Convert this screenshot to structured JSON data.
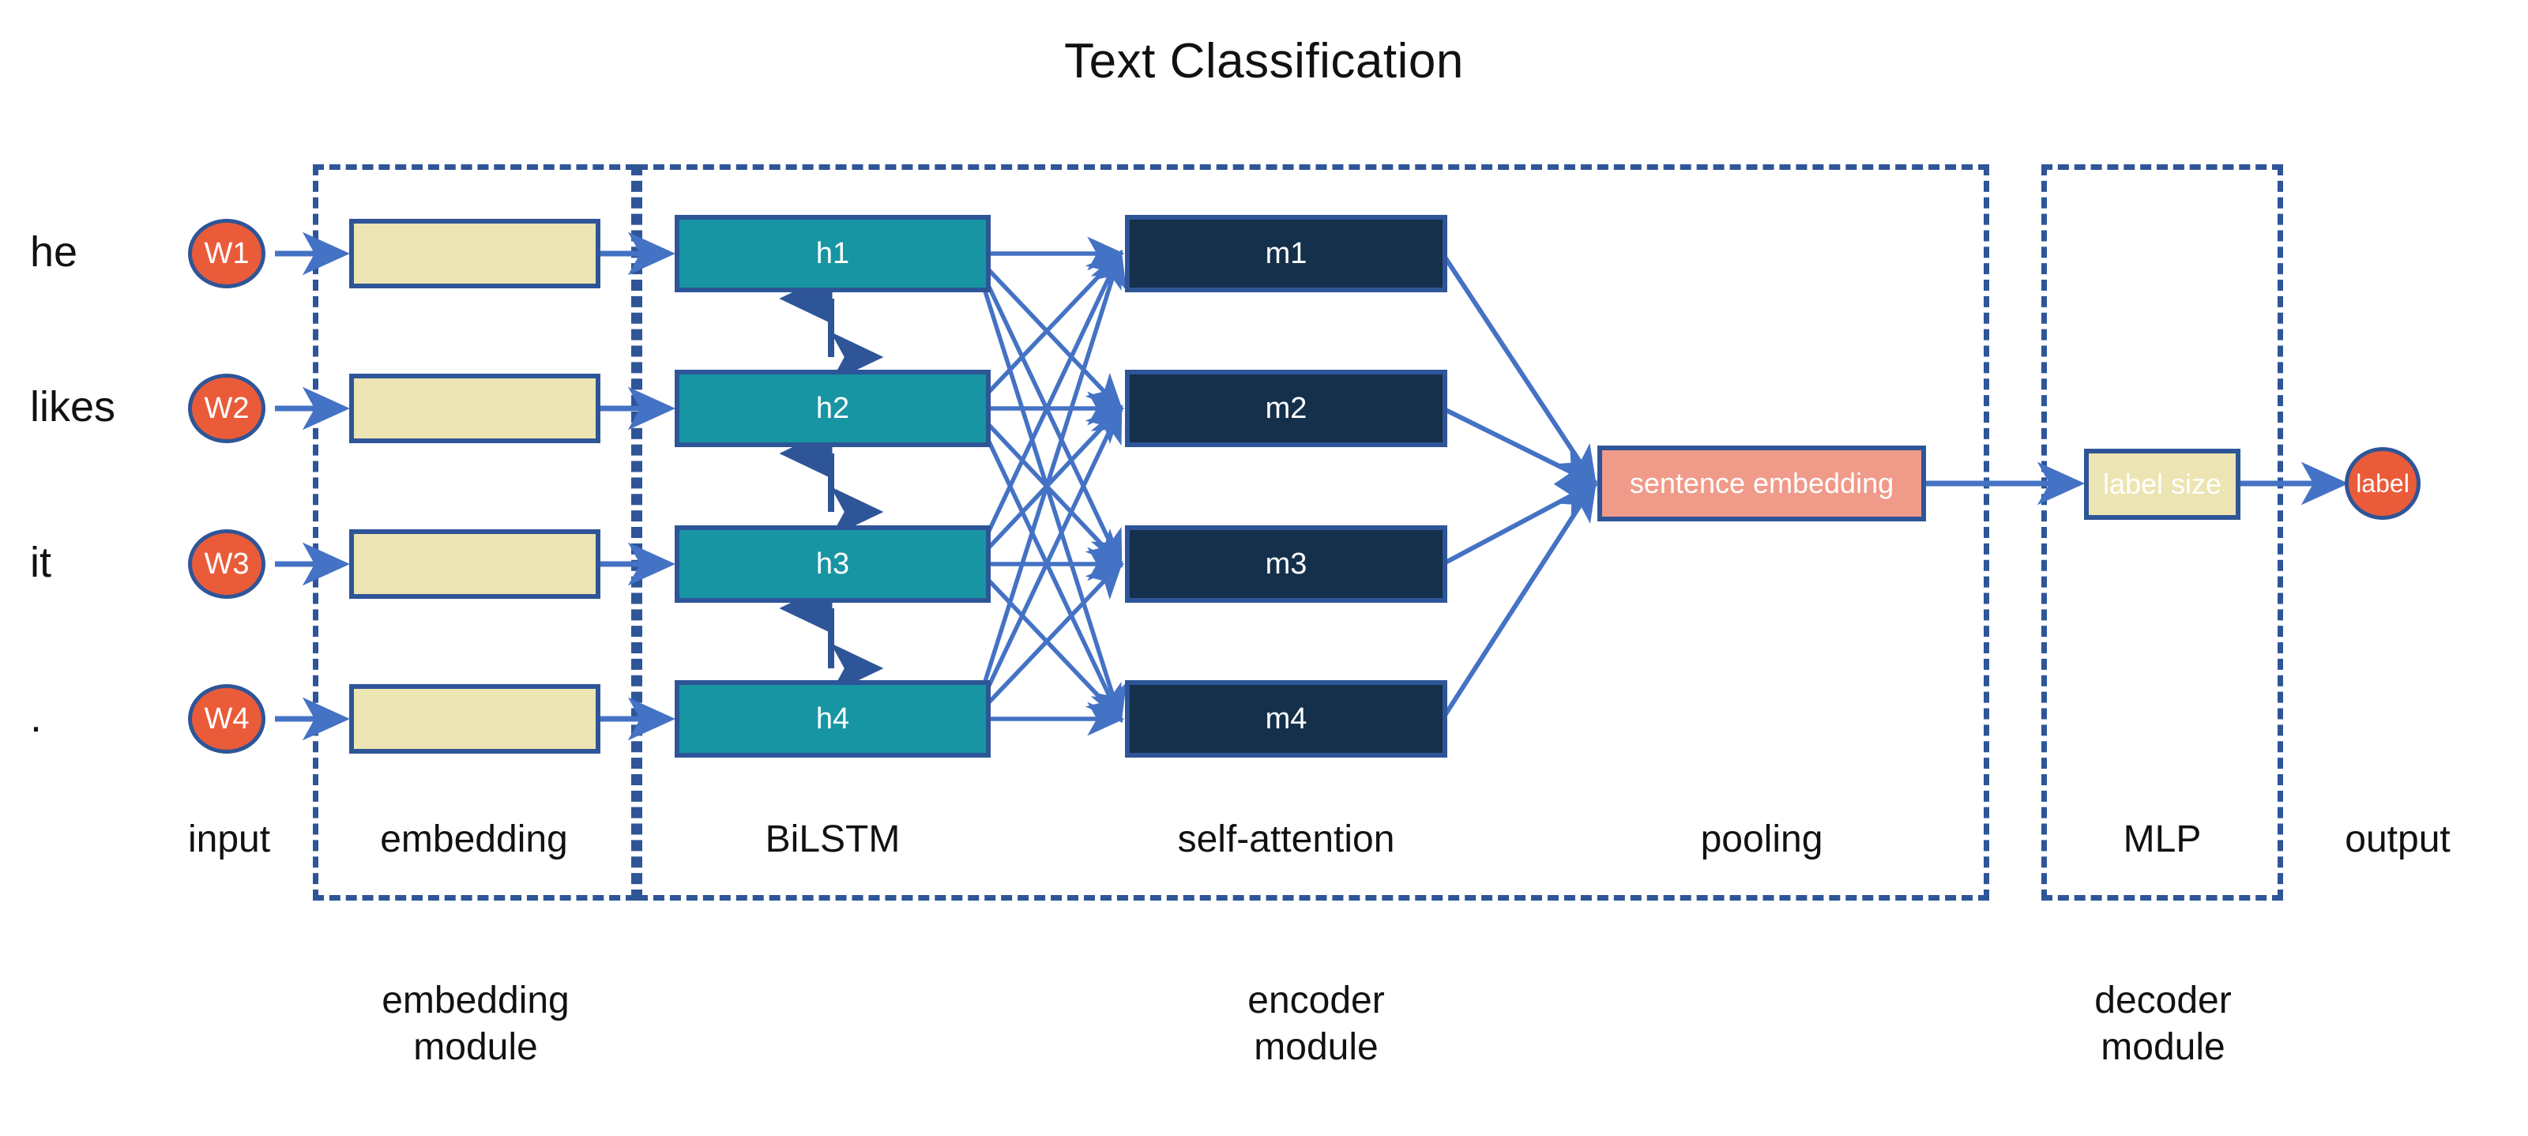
{
  "title": "Text Classification",
  "input_words": [
    "he",
    "likes",
    "it",
    "."
  ],
  "word_nodes": [
    "W1",
    "W2",
    "W3",
    "W4"
  ],
  "embedding_boxes": [
    "",
    "",
    "",
    ""
  ],
  "bilstm_nodes": [
    "h1",
    "h2",
    "h3",
    "h4"
  ],
  "attention_nodes": [
    "m1",
    "m2",
    "m3",
    "m4"
  ],
  "pooling_node": "sentence embedding",
  "mlp_node": "label size",
  "output_node": "label",
  "stage_labels": {
    "input": "input",
    "embedding": "embedding",
    "bilstm": "BiLSTM",
    "self_attention": "self-attention",
    "pooling": "pooling",
    "mlp": "MLP",
    "output": "output"
  },
  "module_labels": {
    "embedding": "embedding\nmodule",
    "embedding_line1": "embedding",
    "embedding_line2": "module",
    "encoder_line1": "encoder",
    "encoder_line2": "module",
    "decoder_line1": "decoder",
    "decoder_line2": "module"
  },
  "colors": {
    "accent_blue": "#2e5597",
    "arrow_blue": "#4472c4",
    "orange_node": "#ea5b3a",
    "embedding_fill": "#ece4b2",
    "bilstm_fill": "#1795a3",
    "attention_fill": "#15304b",
    "pooling_fill": "#f09a89",
    "background": "#ffffff",
    "text_dark": "#111111",
    "text_light": "#ffffff"
  }
}
